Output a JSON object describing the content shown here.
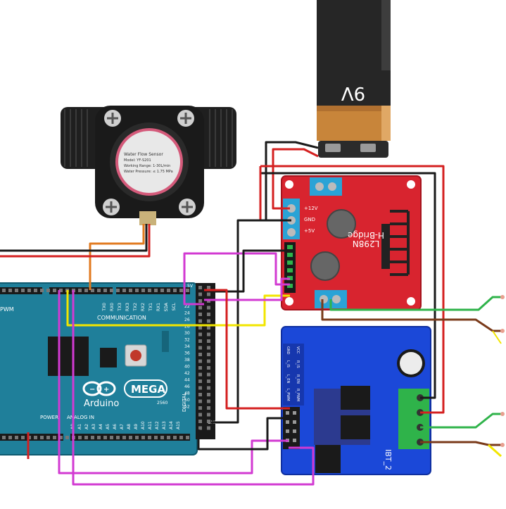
{
  "battery": {
    "label": "9V"
  },
  "flow_sensor": {
    "lines": [
      "Water Flow Sensor",
      "Model: YF-S201",
      "Working Range: 1-30L/min",
      "Water Pressure: ≤ 1.75 MPa"
    ]
  },
  "l298n": {
    "chip_label": "L298N",
    "board_label": "H-Bridge",
    "power_pins": [
      "+12V",
      "GND",
      "+5V"
    ]
  },
  "ibt2": {
    "label": "IBT_2",
    "pin_labels": [
      "GND",
      "VCC",
      "L_IS",
      "R_IS",
      "L_EN",
      "R_EN",
      "L_PWM",
      "R_PWM"
    ]
  },
  "arduino": {
    "brand": "Arduino",
    "model": "MEGA",
    "model_number": "2560",
    "pwm_label": "PWM",
    "communication_label": "COMMUNICATION",
    "digital_label": "DIGITAL",
    "power_label": "POWER",
    "analog_label": "ANALOG IN",
    "comm_pins": [
      "TX0",
      "RX0",
      "TX3",
      "RX3",
      "TX2",
      "RX2",
      "TX1",
      "RX1",
      "SDA",
      "SCL"
    ],
    "analog_pins": [
      "A0",
      "A1",
      "A2",
      "A3",
      "A4",
      "A5",
      "A6",
      "A7",
      "A8",
      "A9",
      "A10",
      "A11",
      "A12",
      "A13",
      "A14",
      "A15"
    ],
    "digital_rows": [
      "22",
      "24",
      "26",
      "28",
      "30",
      "32",
      "34",
      "36",
      "38",
      "40",
      "42",
      "44",
      "46",
      "48",
      "50",
      "52"
    ],
    "gnd_label": "GND",
    "five_v_label": "5V"
  },
  "colors": {
    "red_wire": "#d42020",
    "black_wire": "#1a1a1a",
    "green_wire": "#2fb34a",
    "brown_wire": "#7a3a1a",
    "yellow_wire": "#f2e600",
    "magenta_wire": "#d23ad2",
    "orange_wire": "#e27a1f",
    "arduino_blue": "#1f7f9a",
    "l298n_red": "#d8242f",
    "ibt2_blue": "#1b48d8"
  }
}
